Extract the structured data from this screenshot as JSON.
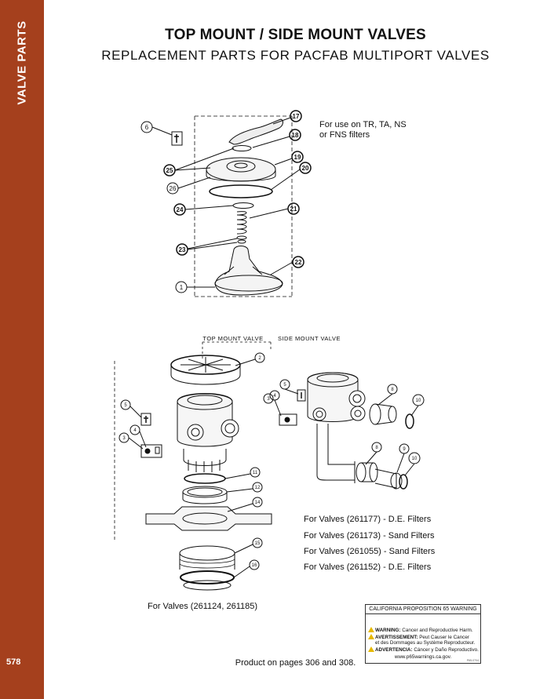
{
  "sidebar": {
    "label": "VALVE PARTS",
    "page_number": "578",
    "color": "#a5401d"
  },
  "header": {
    "title": "TOP MOUNT / SIDE MOUNT VALVES",
    "subtitle": "REPLACEMENT PARTS FOR PACFAB MULTIPORT VALVES"
  },
  "top_diagram": {
    "note_line1": "For use on TR, TA, NS",
    "note_line2": "or FNS filters",
    "callouts": [
      "6",
      "17",
      "18",
      "19",
      "20",
      "25",
      "26",
      "24",
      "21",
      "23",
      "22",
      "1"
    ]
  },
  "bottom_diagram": {
    "heading_left": "TOP MOUNT VALVE",
    "heading_right": "SIDE MOUNT VALVE",
    "callouts": [
      "2",
      "5",
      "4",
      "3",
      "11",
      "12",
      "14",
      "15",
      "16",
      "5",
      "4",
      "3",
      "8",
      "10",
      "8",
      "9",
      "10"
    ]
  },
  "fits": [
    "For Valves (261177) - D.E. Filters",
    "For Valves (261173) - Sand Filters",
    "For Valves (261055) - Sand Filters",
    "For Valves (261152) - D.E. Filters"
  ],
  "fits_bottom": "For Valves (261124, 261185)",
  "warning": {
    "title": "CALIFORNIA PROPOSITION 65 WARNING",
    "line1_bold": "WARNING:",
    "line1_text": " Cancer and Reproductive Harm.",
    "line2_bold": "AVERTISSEMENT:",
    "line2_text": " Peut Causer le Cancer",
    "line3_text": "et des Dommages au Système Reproducteur.",
    "line4_bold": "ADVERTENCIA:",
    "line4_text": " Cáncer y Daño Reproductivo.",
    "url": "www.p65warnings.ca.gov.",
    "code": "P65-0704"
  },
  "footer": "Product on pages 306 and 308."
}
